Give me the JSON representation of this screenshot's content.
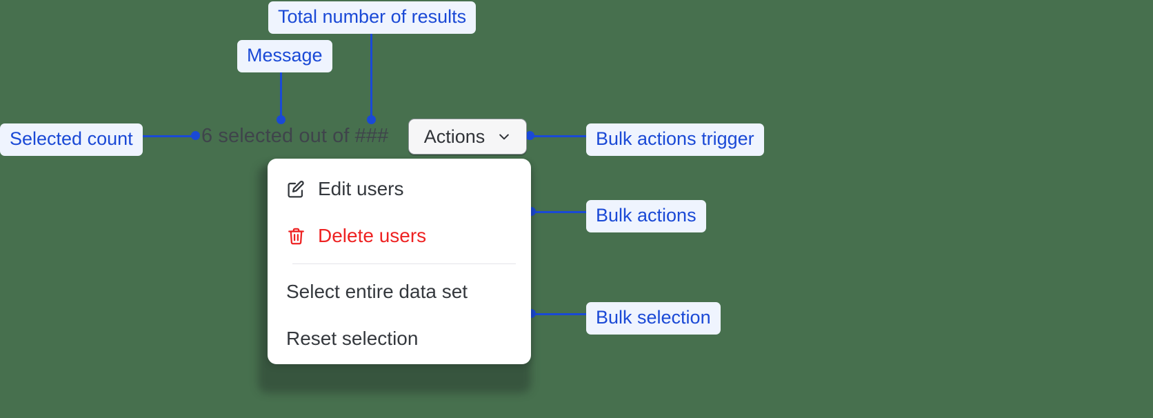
{
  "canvas": {
    "background_color": "#47704e",
    "accent_color": "#1a49d6",
    "callout_bg_color": "#eff4fe",
    "danger_color": "#ee2222"
  },
  "annotations": [
    {
      "id": "total-results",
      "label": "Total number of results"
    },
    {
      "id": "message",
      "label": "Message"
    },
    {
      "id": "selected-count",
      "label": "Selected count"
    },
    {
      "id": "bulk-trigger",
      "label": "Bulk actions trigger"
    },
    {
      "id": "bulk-actions",
      "label": "Bulk actions"
    },
    {
      "id": "bulk-selection",
      "label": "Bulk selection"
    }
  ],
  "bulk_bar": {
    "selected_count_text": "6 selected out of ###",
    "selected_count": "6",
    "total_placeholder": "###",
    "actions_button": {
      "label": "Actions",
      "icon": "chevron-down-icon"
    }
  },
  "dropdown": {
    "groups": [
      {
        "name": "bulk-actions",
        "items": [
          {
            "label": "Edit users",
            "icon": "edit-icon",
            "tone": "default"
          },
          {
            "label": "Delete users",
            "icon": "trash-icon",
            "tone": "danger"
          }
        ]
      },
      {
        "name": "bulk-selection",
        "items": [
          {
            "label": "Select entire data set",
            "icon": null,
            "tone": "default"
          },
          {
            "label": "Reset selection",
            "icon": null,
            "tone": "default"
          }
        ]
      }
    ]
  }
}
